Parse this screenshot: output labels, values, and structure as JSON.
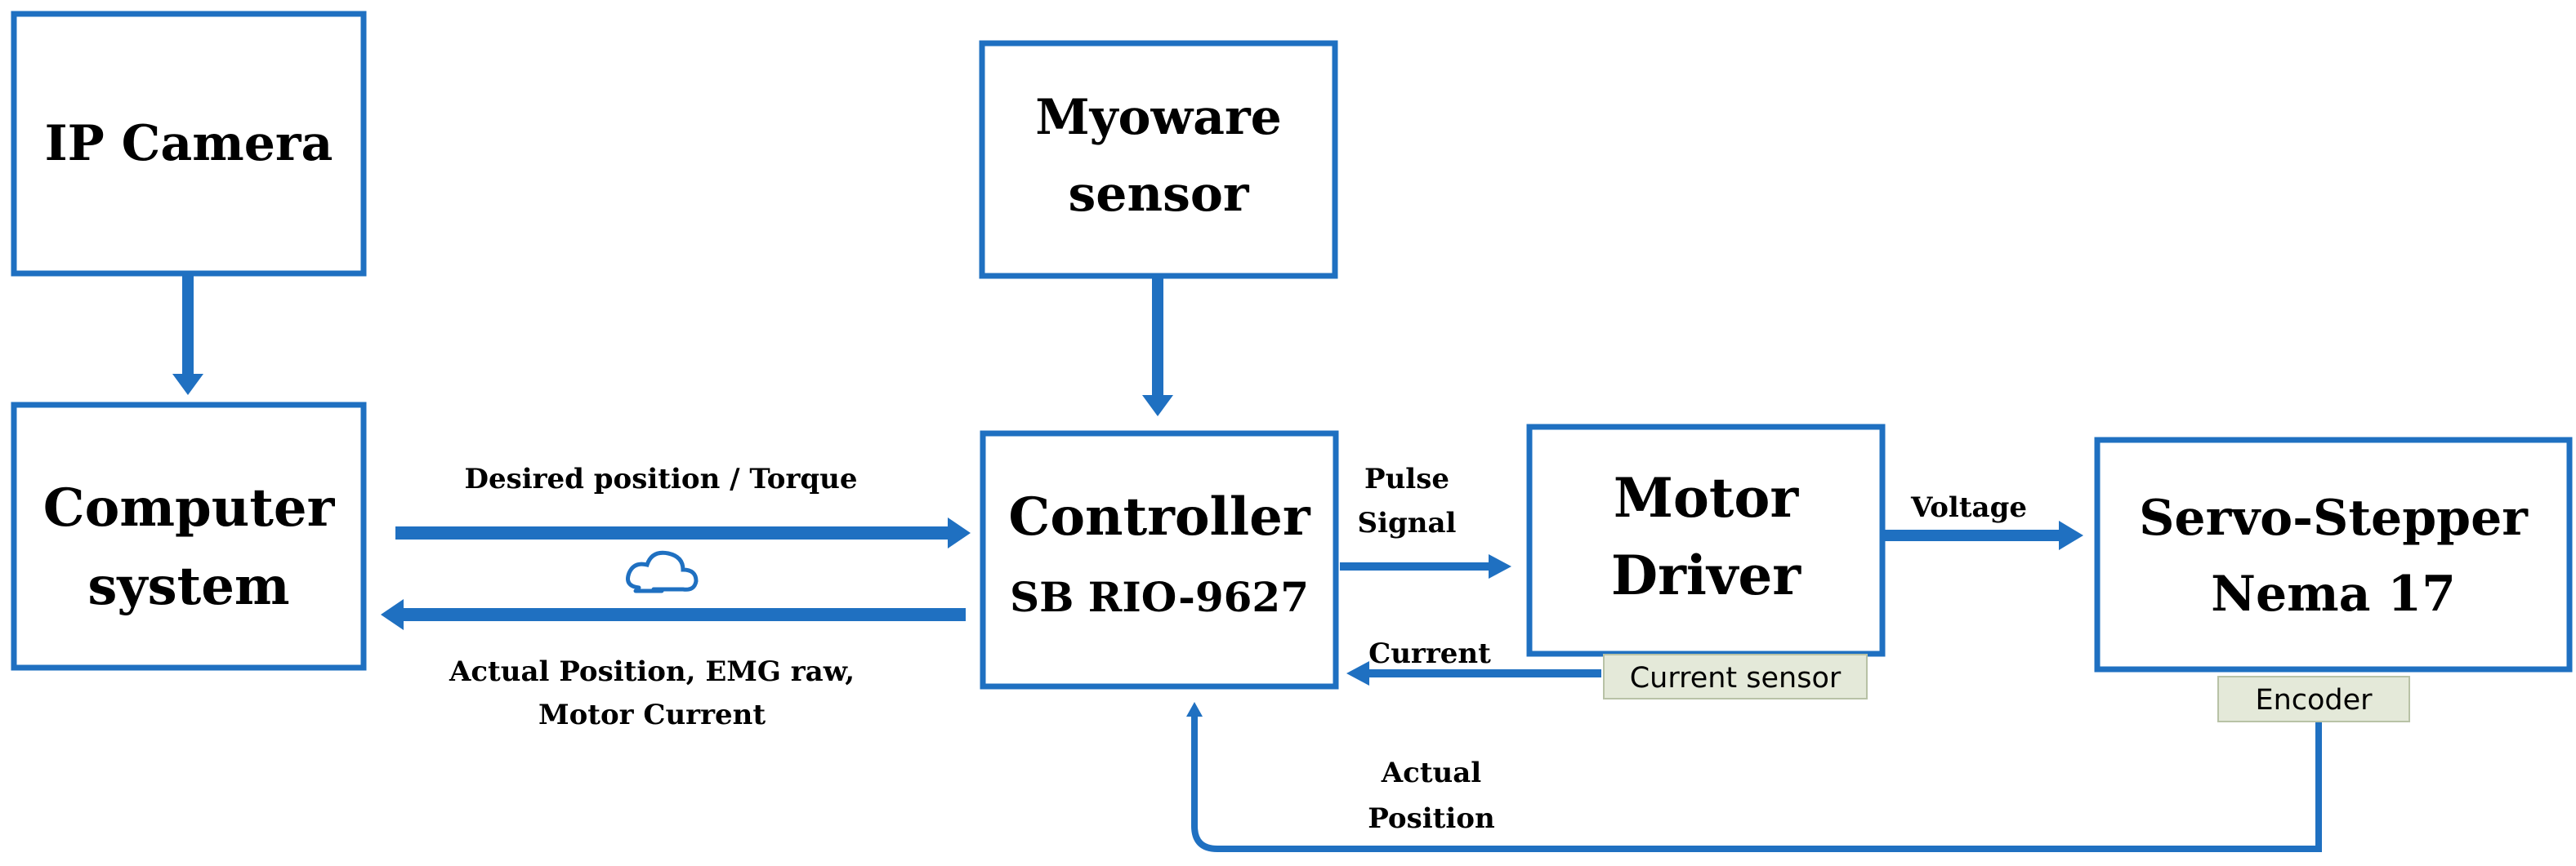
{
  "colors": {
    "accent": "#1f70c1",
    "tag_fill": "#e4e9d9"
  },
  "boxes": {
    "ip_camera": {
      "line1": "IP Camera"
    },
    "myoware": {
      "line1": "Myoware",
      "line2": "sensor"
    },
    "computer": {
      "line1": "Computer",
      "line2": "system"
    },
    "controller": {
      "line1": "Controller",
      "line2": "SB RIO-9627"
    },
    "motor_driver": {
      "line1": "Motor",
      "line2": "Driver"
    },
    "servo": {
      "line1": "Servo-Stepper",
      "line2": "Nema 17"
    }
  },
  "tags": {
    "current_sensor": "Current sensor",
    "encoder": "Encoder"
  },
  "labels": {
    "desired": "Desired position / Torque",
    "actual_line1": "Actual Position, EMG raw,",
    "actual_line2": "Motor Current",
    "pulse_line1": "Pulse",
    "pulse_line2": "Signal",
    "current": "Current",
    "voltage": "Voltage",
    "feedback_line1": "Actual",
    "feedback_line2": "Position"
  },
  "icons": {
    "link": "cloud-icon"
  }
}
